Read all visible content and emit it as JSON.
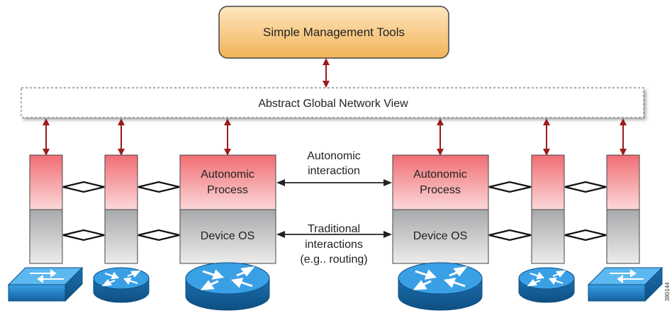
{
  "management": {
    "label": "Simple Management Tools"
  },
  "global_view": {
    "label": "Abstract Global Network View"
  },
  "left_core": {
    "autonomic_line1": "Autonomic",
    "autonomic_line2": "Process",
    "os_label": "Device OS"
  },
  "right_core": {
    "autonomic_line1": "Autonomic",
    "autonomic_line2": "Process",
    "os_label": "Device OS"
  },
  "interactions": {
    "autonomic_line1": "Autonomic",
    "autonomic_line2": "interaction",
    "traditional_line1": "Traditional",
    "traditional_line2": "interactions",
    "traditional_line3": "(e.g.. routing)"
  },
  "figure_id": "380144",
  "colors": {
    "management_top": "#fde6bf",
    "management_bottom": "#f2b358",
    "autonomic_top": "#f06d73",
    "autonomic_bottom": "#fbd8d9",
    "os_top": "#a8a9ab",
    "os_bottom": "#ececec",
    "arrow": "#9b1c1c",
    "device_blue": "#1f7dc2"
  }
}
